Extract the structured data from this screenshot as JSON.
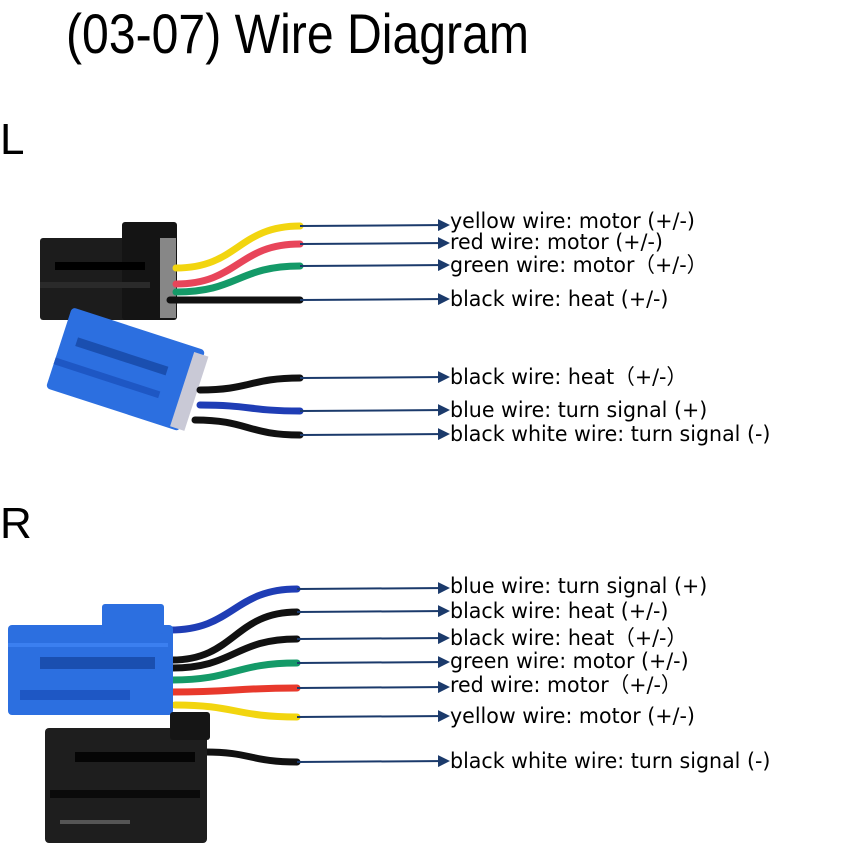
{
  "title": "(03-07)  Wire Diagram",
  "colors": {
    "yellow": "#f2d50f",
    "red": "#e8455a",
    "red_bright": "#e8392c",
    "green": "#149a68",
    "black": "#111111",
    "blue": "#1f3db5",
    "leader_line": "#1b3a6b",
    "connector_blue": "#2c6fe0",
    "connector_black": "#1c1c1c"
  },
  "sections": [
    {
      "side": "L",
      "connectors": [
        "black-connector",
        "blue-connector"
      ],
      "wires": [
        {
          "color": "yellow",
          "label": "yellow wire: motor (+/-)"
        },
        {
          "color": "red",
          "label": "red wire: motor (+/-)"
        },
        {
          "color": "green",
          "label": "green wire: motor（+/-）"
        },
        {
          "color": "black",
          "label": "black wire: heat (+/-)"
        },
        {
          "color": "black",
          "label": "black wire: heat（+/-）"
        },
        {
          "color": "blue",
          "label": "blue wire: turn signal (+)"
        },
        {
          "color": "black",
          "label": "black white wire: turn signal (-)"
        }
      ]
    },
    {
      "side": "R",
      "connectors": [
        "blue-connector",
        "black-connector"
      ],
      "wires": [
        {
          "color": "blue",
          "label": "blue wire: turn signal (+)"
        },
        {
          "color": "black",
          "label": "black wire: heat (+/-)"
        },
        {
          "color": "black",
          "label": "black wire: heat（+/-）"
        },
        {
          "color": "green",
          "label": "green wire: motor (+/-)"
        },
        {
          "color": "red",
          "label": "red wire: motor（+/-）"
        },
        {
          "color": "yellow",
          "label": "yellow wire: motor (+/-)"
        },
        {
          "color": "black",
          "label": "black white wire: turn signal (-)"
        }
      ]
    }
  ]
}
